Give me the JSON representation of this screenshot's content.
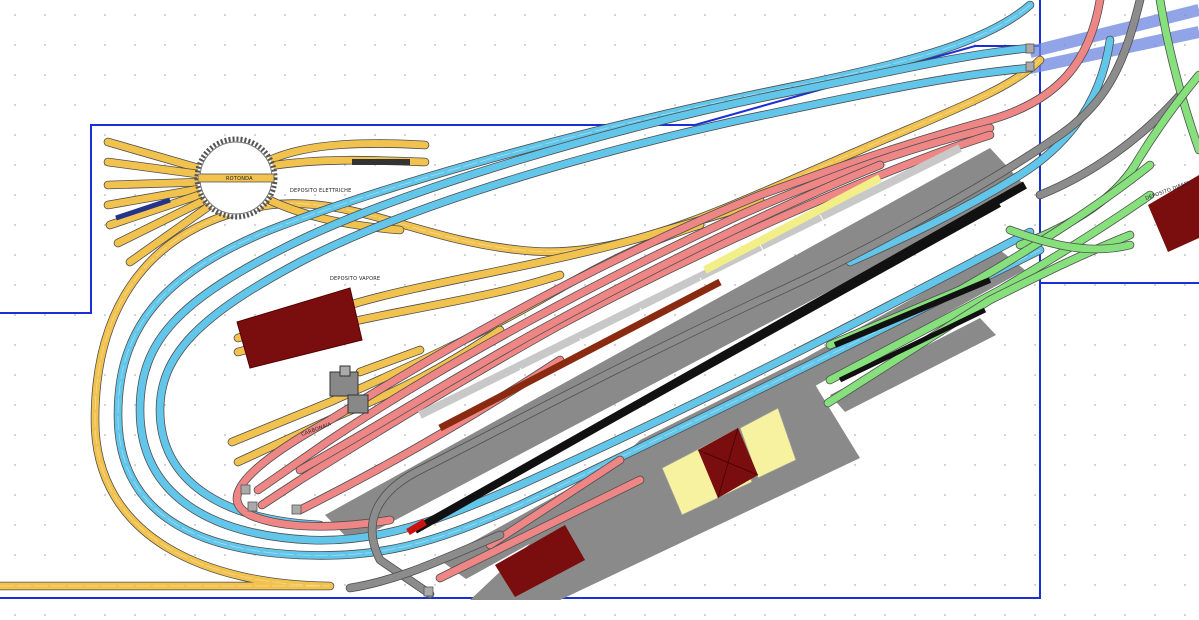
{
  "labels": {
    "rotonda": "ROTONDA",
    "deposito_elettriche": "DEPOSITO ELETTRICHE",
    "deposito_vapore": "DEPOSITO VAPORE",
    "deposito_diesel": "DEPOSITO DIESEL",
    "carbonaia": "CARBONAIA"
  },
  "colors": {
    "background": "#ffffff",
    "grid_dot": "#b4b4b4",
    "boundary": "#1a2fd6",
    "yellow_tracks": "#f2c24e",
    "blue_tracks": "#62c6ea",
    "pink_tracks": "#ee8686",
    "green_tracks": "#86e07c",
    "gray_tracks": "#8c8c8c",
    "platform": "#8a8a8a",
    "building_roof": "#7a0d0d",
    "platform_shelter": "#f6f2a0",
    "sleeper_black": "#111111",
    "rail_car_light": "#c8c8c8",
    "rail_car_brown": "#8a2a10",
    "rail_car_yellow": "#f2ee88"
  },
  "icons": [
    "turntable-icon",
    "engine-shed-icon",
    "coaling-tower-icon",
    "buffer-stop-icon"
  ]
}
